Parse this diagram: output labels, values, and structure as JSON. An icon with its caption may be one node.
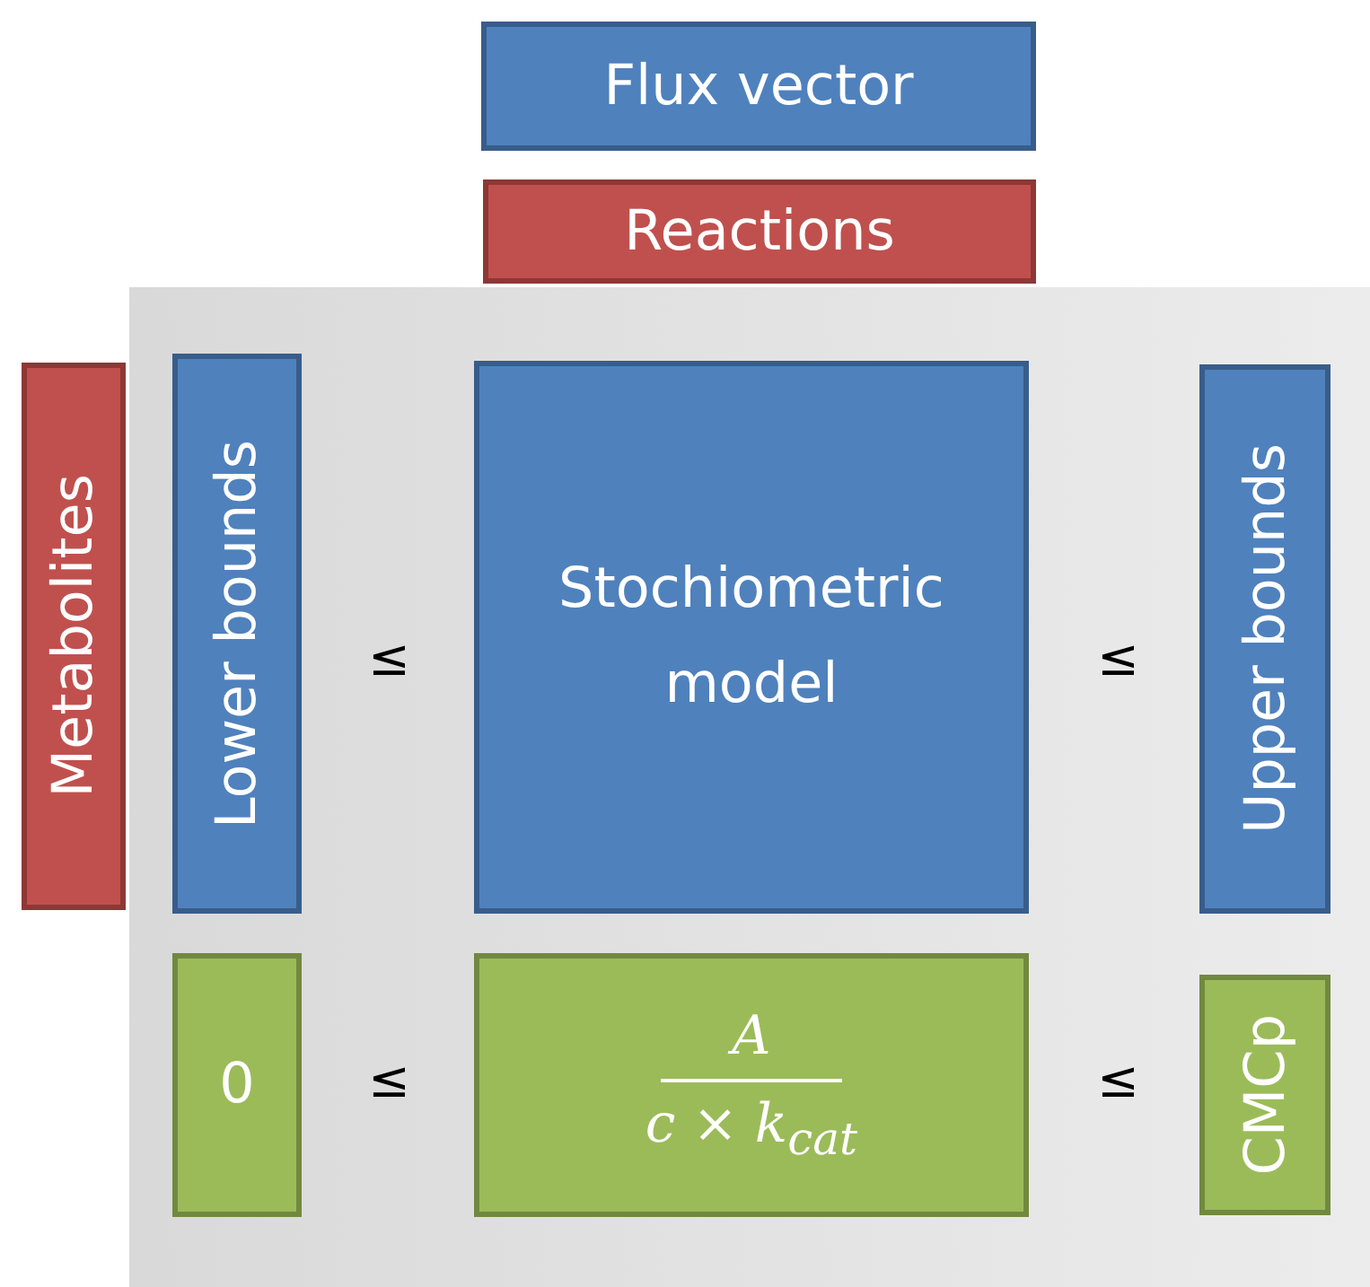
{
  "diagram": {
    "nodes": [
      {
        "text": [
          "Flux vector"
        ]
      },
      {
        "text": [
          "Reactions"
        ]
      },
      {
        "text": [],
        "shape": "box"
      },
      {
        "text": [
          "Metabolites"
        ]
      },
      {
        "text": [
          "Lower bounds"
        ],
        "in": 2
      },
      {
        "text": [
          "Stochiometric model"
        ],
        "in": 2
      },
      {
        "text": [
          "Upper bounds"
        ],
        "in": 2
      },
      {
        "text": [
          "0"
        ],
        "in": 2
      },
      {
        "text": [
          "A",
          "c × k$_{cat}$"
        ],
        "in": 2
      },
      {
        "text": [
          "CMCp"
        ],
        "in": 2
      }
    ],
    "edges": [],
    "labels": [
      "≤",
      "≤",
      "≤",
      "≤"
    ]
  }
}
